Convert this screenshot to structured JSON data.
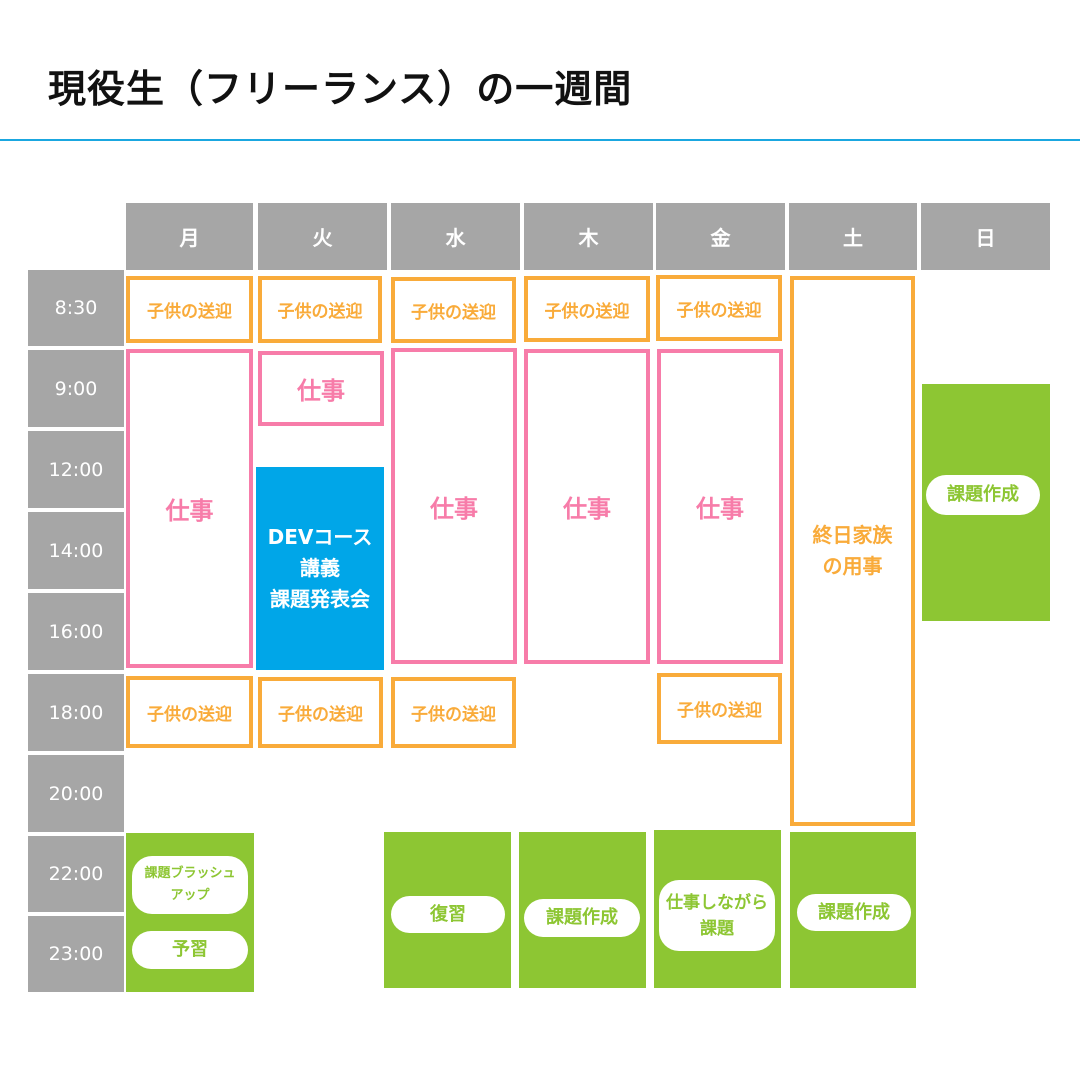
{
  "title": "現役生（フリーランス）の一週間",
  "days": [
    "月",
    "火",
    "水",
    "木",
    "金",
    "土",
    "日"
  ],
  "times": [
    "8:30",
    "9:00",
    "12:00",
    "14:00",
    "16:00",
    "18:00",
    "20:00",
    "22:00",
    "23:00"
  ],
  "events": {
    "pickup": "子供の送迎",
    "work": "仕事",
    "dev_course": "DEVコース\n講義\n課題発表会",
    "family": "終日家族\nの用事",
    "brush_up": "課題ブラッシュ\nアップ",
    "preview": "予習",
    "review": "復習",
    "assignment": "課題作成",
    "work_assignment": "仕事しながら\n課題"
  },
  "colors": {
    "gray": "#a6a6a6",
    "orange": "#f9ab3a",
    "pink": "#f77ca9",
    "blue": "#00a6e8",
    "green": "#8dc633",
    "accent_line": "#1aa7e0"
  }
}
